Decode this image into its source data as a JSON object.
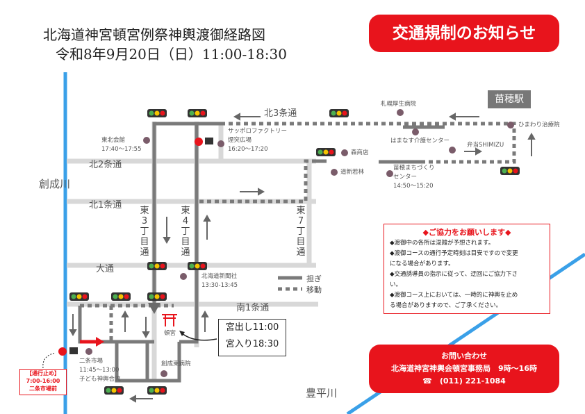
{
  "title": {
    "line1": "北海道神宮頓宮例祭神輿渡御経路図",
    "line2": "令和8年9月20日（日）11:00-18:30"
  },
  "banner": "交通規制のお知らせ",
  "station": "苗穂駅",
  "roads": {
    "kita3": "北3条通",
    "kita2": "北2条通",
    "kita1": "北1条通",
    "odori": "大通",
    "minami1": "南1条通",
    "higashi3": "東3丁目通",
    "higashi4": "東4丁目通",
    "higashi7": "東7丁目通"
  },
  "rivers": {
    "sosei": "創成川",
    "toyohira": "豊平川"
  },
  "places": {
    "tohoku": "東北会館",
    "tohoku_time": "17:40〜17:55",
    "sapporo_factory": "サッポロファクトリー",
    "entotsu": "煙突広場",
    "entotsu_time": "16:20〜17:20",
    "morishoten": "森商店",
    "dojin": "道新若林",
    "naebo_center1": "苗穂まちづくり",
    "naebo_center2": "センター",
    "naebo_time": "14:50〜15:20",
    "kosei": "札幌厚生病院",
    "hamanasu": "はまなす介護センター",
    "bento": "弁当SHIMIZU",
    "himawari": "ひまわり治療院",
    "doshin": "北海道新聞社",
    "doshin_time": "13:30-13:45",
    "tongu": "頓宮",
    "nijo1": "二条市場",
    "nijo_time": "11:45〜13:00",
    "nijo2": "子ども神輿合流",
    "sosei_hosp": "創成東病院"
  },
  "miyade": {
    "line1": "宮出し11:00",
    "line2": "宮入り18:30"
  },
  "closure": {
    "line1": "【通行止め】",
    "line2": "7:00-16:00",
    "line3": "二条市場前"
  },
  "legend": {
    "katsugi": "担ぎ",
    "ido": "移動"
  },
  "notice": {
    "heading": "◆ご協力をお願いします◆",
    "items": [
      "◆渡御中の各所は混雑が予想されます。",
      "◆渡御コースの通行予定時刻は目安ですので変更",
      "になる場合があります。",
      "◆交通誘導員の指示に従って、迂回にご協力下さ",
      "い。",
      "◆渡御コース上においては、一時的に神輿を止め",
      "る場合がありますので、ご了承ください。"
    ]
  },
  "contact": {
    "line1": "お問い合わせ",
    "line2": "北海道神宮神輿会頓宮事務局　9時〜16時",
    "line3": "☎　(011) 221-1084"
  },
  "colors": {
    "red": "#e8141c",
    "route": "#7a7a7a",
    "road": "#d6d6d6",
    "river": "#3aa0e8",
    "dot": "#7a5c6a"
  }
}
